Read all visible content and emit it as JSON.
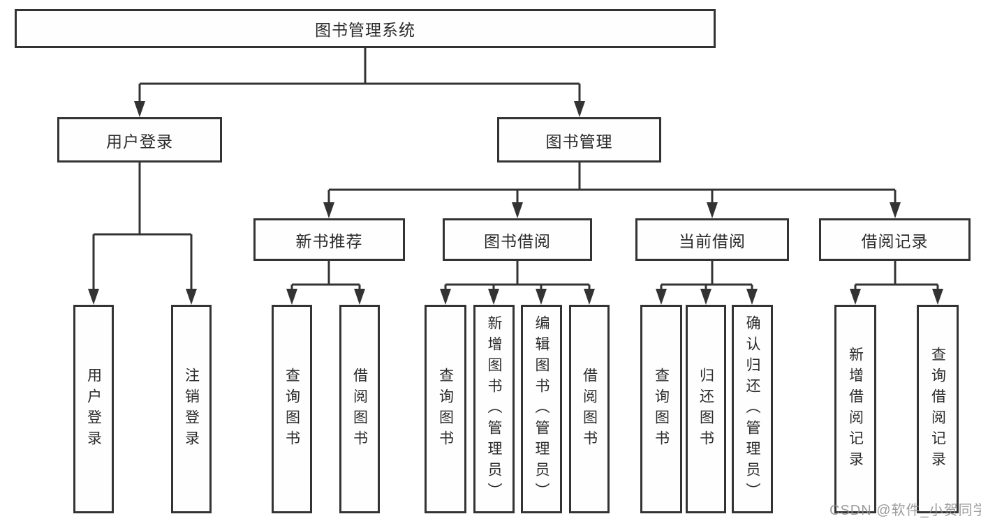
{
  "diagram_title": "图书管理系统",
  "colors": {
    "line": "#333333",
    "box_border": "#333333",
    "box_fill": "#fefefe",
    "text": "#2b2b2b",
    "watermark": "#8c8c8c"
  },
  "tree": {
    "root": {
      "label": "图书管理系统",
      "children": [
        {
          "label": "用户登录",
          "children": [
            {
              "label": "用户登录"
            },
            {
              "label": "注销登录"
            }
          ]
        },
        {
          "label": "图书管理",
          "children": [
            {
              "label": "新书推荐",
              "children": [
                {
                  "label": "查询图书"
                },
                {
                  "label": "借阅图书"
                }
              ]
            },
            {
              "label": "图书借阅",
              "children": [
                {
                  "label": "查询图书"
                },
                {
                  "label": "新增图书（管理员）"
                },
                {
                  "label": "编辑图书（管理员）"
                },
                {
                  "label": "借阅图书"
                }
              ]
            },
            {
              "label": "当前借阅",
              "children": [
                {
                  "label": "查询图书"
                },
                {
                  "label": "归还图书"
                },
                {
                  "label": "确认归还（管理员）"
                }
              ]
            },
            {
              "label": "借阅记录",
              "children": [
                {
                  "label": "新增借阅记录"
                },
                {
                  "label": "查询借阅记录"
                }
              ]
            }
          ]
        }
      ]
    }
  },
  "watermark": {
    "text": "CSDN @软件_小贺同学"
  }
}
